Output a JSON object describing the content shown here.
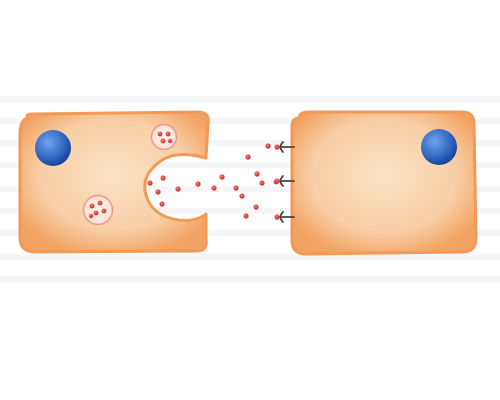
{
  "diagram": {
    "description_text": "",
    "colors": {
      "background": "#ffffff",
      "cell_fill": "#f6c69a",
      "cell_edge": "#f29a55",
      "nucleus_light": "#4f86d8",
      "nucleus_dark": "#1a4aa3",
      "vesicle_fill": "#fde6dc",
      "vesicle_edge": "#e99a90",
      "molecule": "#e03a35",
      "receptor": "#444444",
      "faint_text": "#e9ecef"
    },
    "elements": {
      "sending_cell": "secreting-cell",
      "receiving_cell": "target-cell",
      "molecules": "signal-molecules",
      "receptors": "membrane-receptors"
    }
  }
}
